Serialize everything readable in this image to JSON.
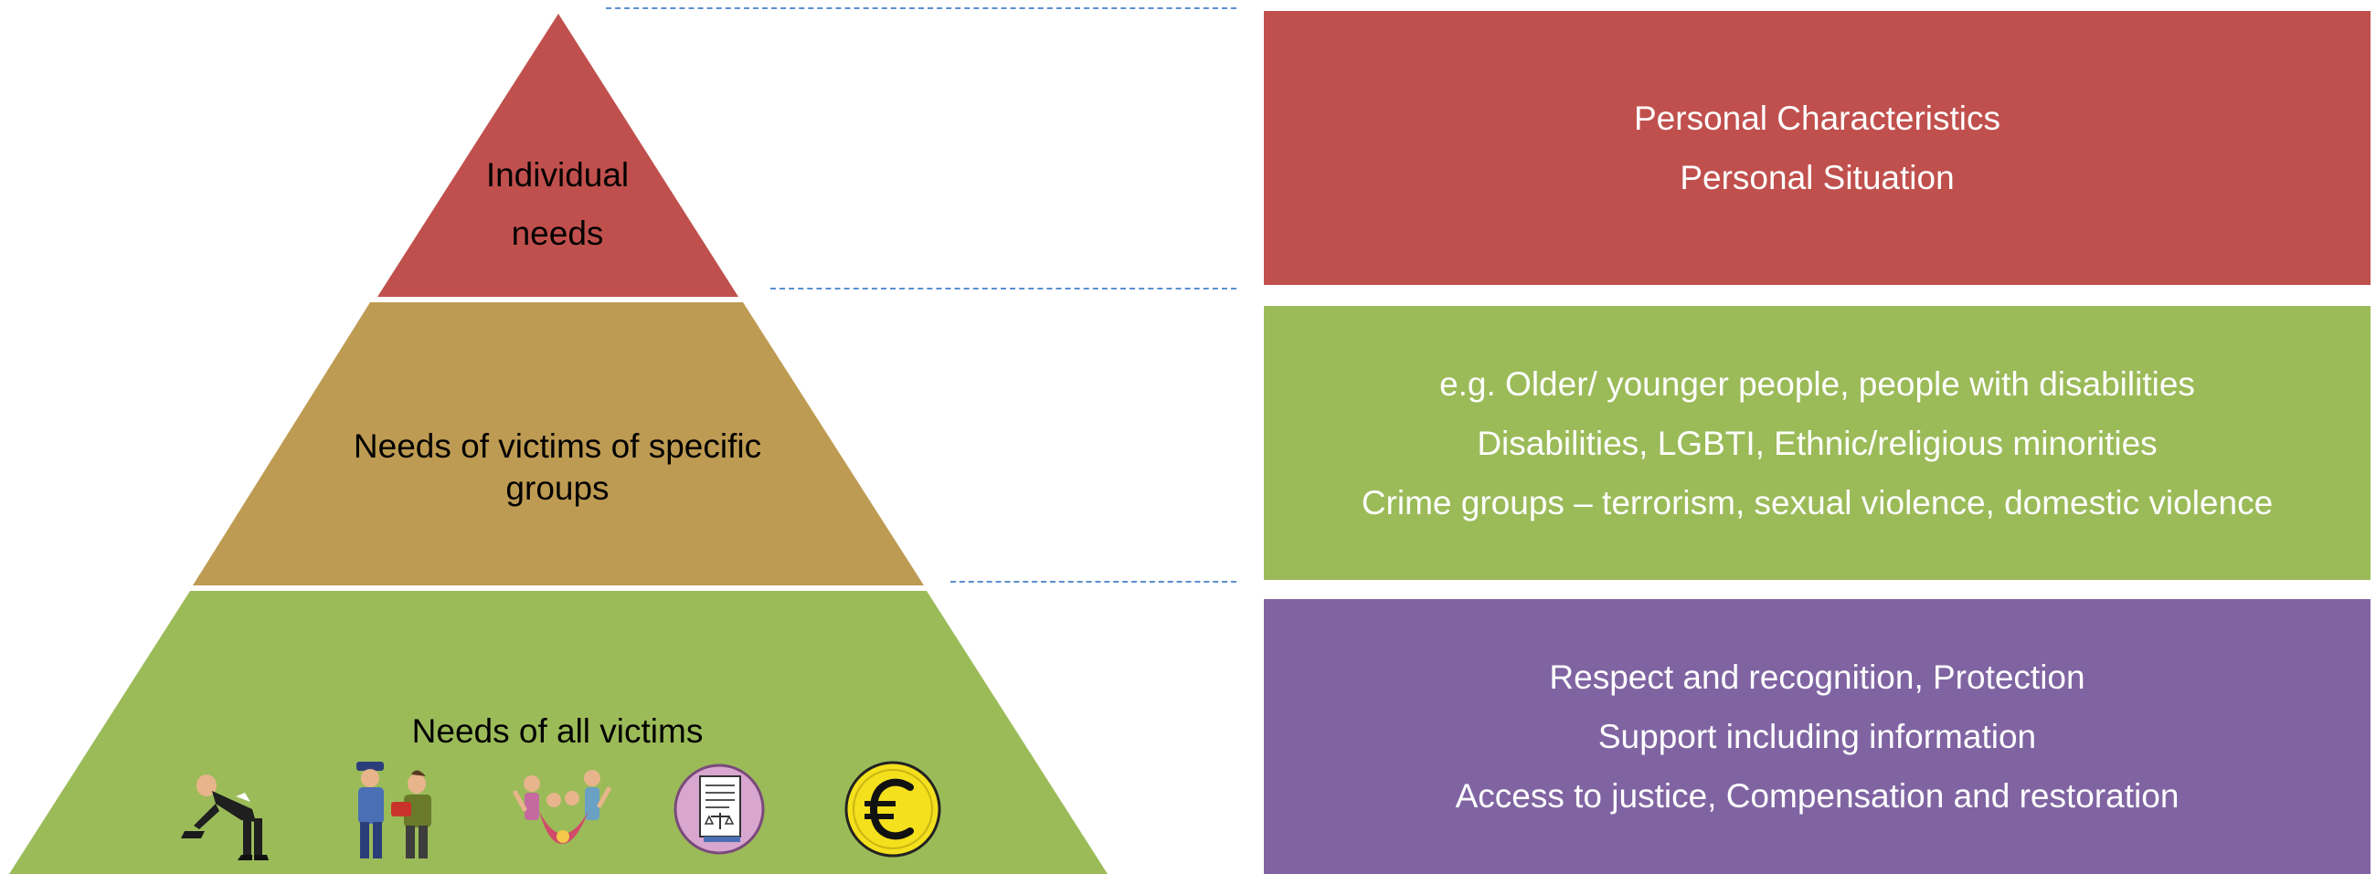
{
  "pyramid": {
    "tiers": [
      {
        "id": "top",
        "label_lines": [
          "Individual",
          "needs"
        ],
        "color": "#C0504D"
      },
      {
        "id": "mid",
        "label_lines": [
          "Needs of victims of specific",
          "groups"
        ],
        "color": "#BE9B52"
      },
      {
        "id": "bot",
        "label_lines": [
          "Needs of all victims"
        ],
        "color": "#9BBB59"
      }
    ],
    "icons": [
      "bowing-person-icon",
      "police-officer-icon",
      "family-group-icon",
      "legal-document-icon",
      "euro-coin-icon"
    ]
  },
  "boxes": [
    {
      "id": "top",
      "color": "#C0504D",
      "lines": [
        "Personal Characteristics",
        "Personal Situation"
      ]
    },
    {
      "id": "mid",
      "color": "#9BBB59",
      "lines": [
        "e.g. Older/ younger people, people with disabilities",
        "Disabilities, LGBTI, Ethnic/religious minorities",
        "Crime groups – terrorism, sexual violence, domestic violence"
      ]
    },
    {
      "id": "bot",
      "color": "#8064A2",
      "lines": [
        "Respect and recognition, Protection",
        "Support including information",
        "Access to justice, Compensation and restoration"
      ]
    }
  ],
  "connector_color": "#5B8FD0"
}
